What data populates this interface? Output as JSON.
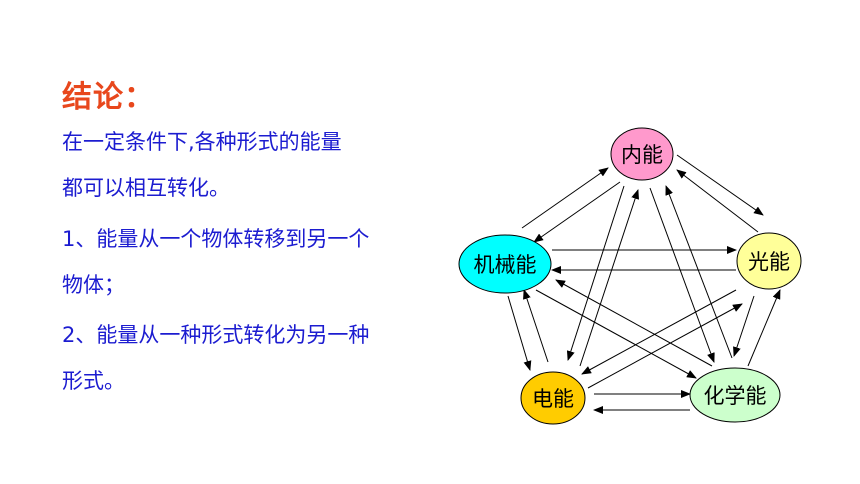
{
  "heading": "结论：",
  "paragraphs": [
    " 在一定条件下,各种形式的能量",
    "都可以相互转化。",
    "1、能量从一个物体转移到另一个",
    "物体；",
    "2、能量从一种形式转化为另一种",
    "形式。"
  ],
  "nodes": {
    "internal": {
      "label": "内能",
      "color": "#ff99cc"
    },
    "light": {
      "label": "光能",
      "color": "#ffff99"
    },
    "mechanical": {
      "label": "机械能",
      "color": "#00ffff"
    },
    "electric": {
      "label": "电能",
      "color": "#ffcc00"
    },
    "chemical": {
      "label": "化学能",
      "color": "#ccffcc"
    }
  },
  "colors": {
    "heading": "#e8471c",
    "text": "#1c1cd0"
  }
}
